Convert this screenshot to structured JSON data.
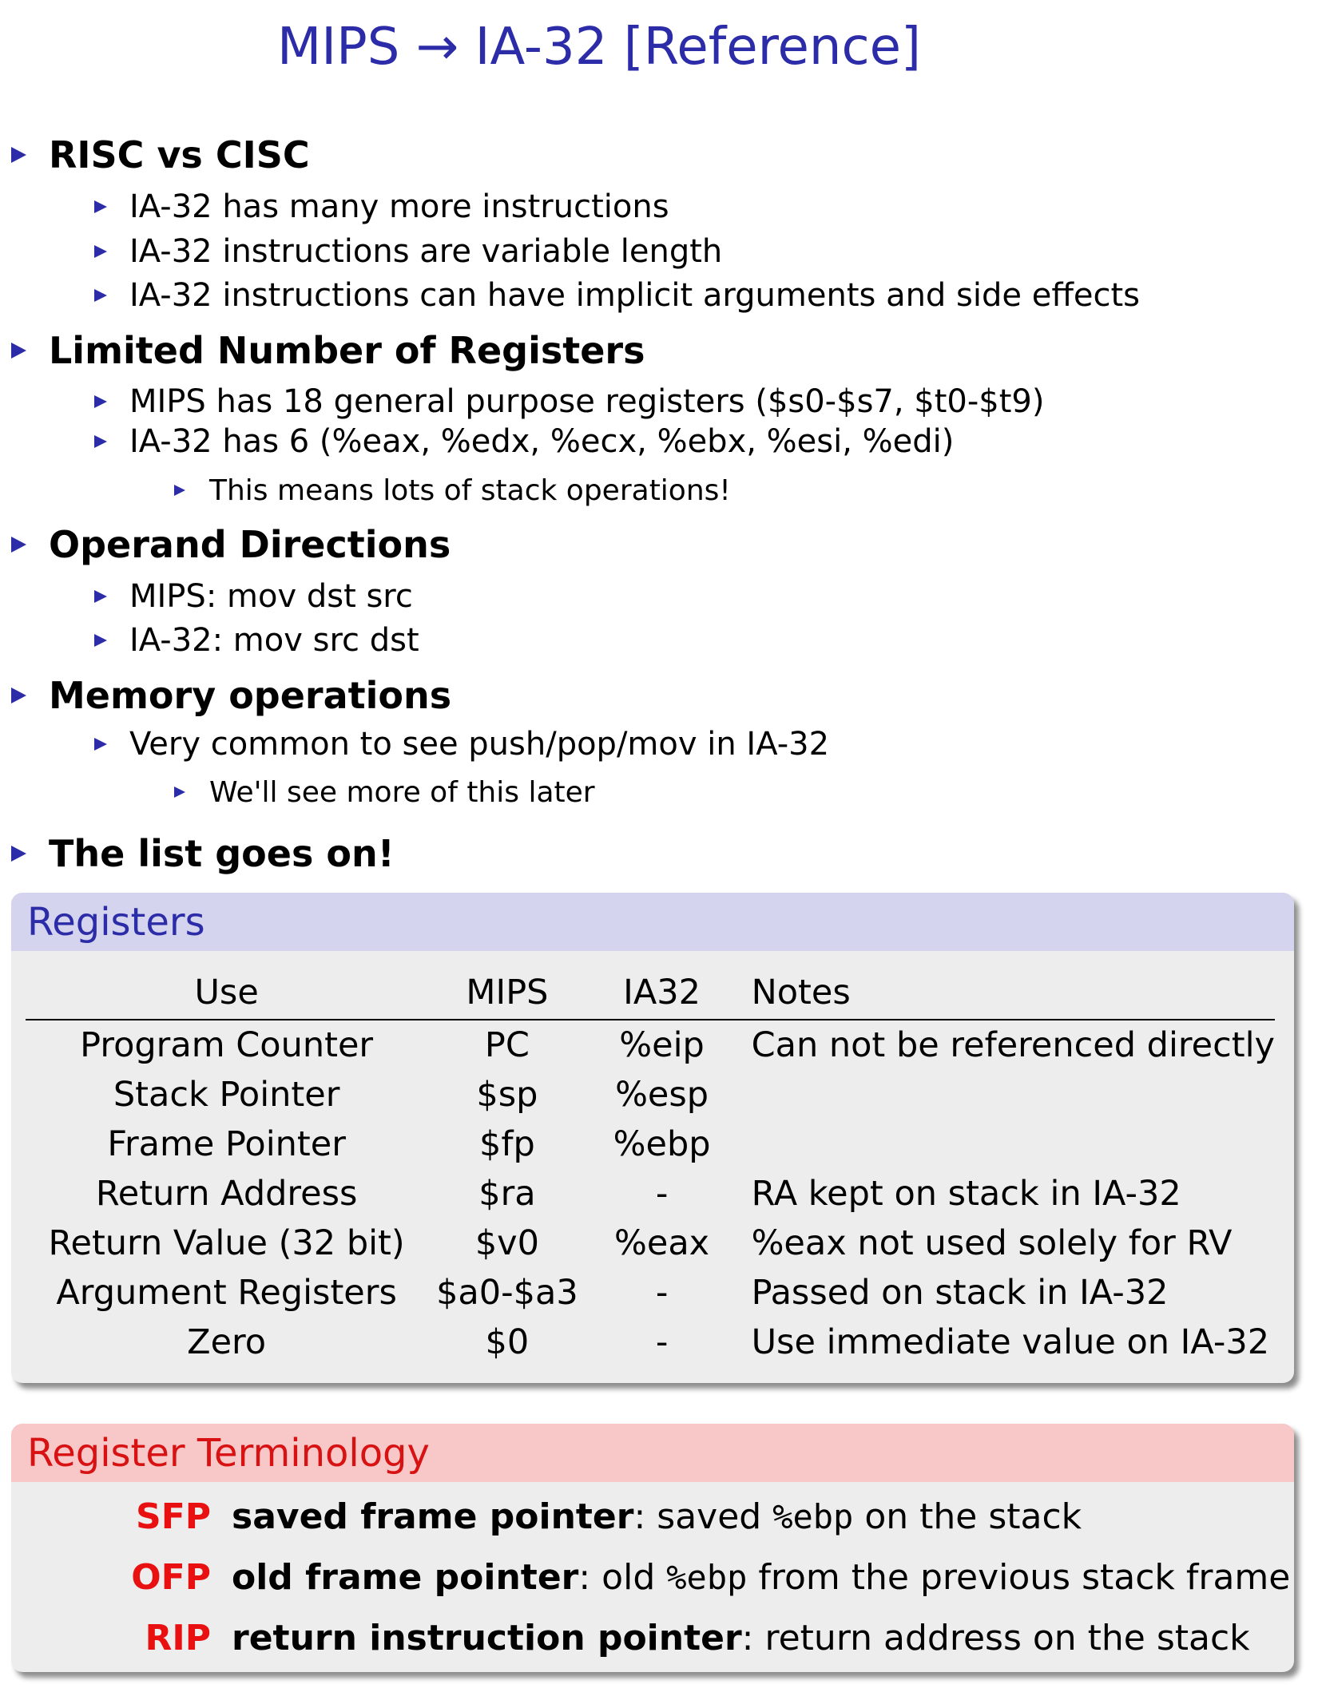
{
  "title": "MIPS → IA-32 [Reference]",
  "sections": [
    {
      "heading": "RISC vs CISC",
      "items": [
        {
          "text": "IA-32 has many more instructions"
        },
        {
          "text": "IA-32 instructions are variable length"
        },
        {
          "text": "IA-32 instructions can have implicit arguments and side effects"
        }
      ]
    },
    {
      "heading": "Limited Number of Registers",
      "items": [
        {
          "text": "MIPS has 18 general purpose registers ($s0-$s7, $t0-$t9)"
        },
        {
          "text": "IA-32 has 6 (%eax, %edx, %ecx, %ebx, %esi, %edi)",
          "sub": "This means lots of stack operations!"
        }
      ]
    },
    {
      "heading": "Operand Directions",
      "items": [
        {
          "text": "MIPS: mov dst src"
        },
        {
          "text": "IA-32: mov src dst"
        }
      ]
    },
    {
      "heading": "Memory operations",
      "items": [
        {
          "text": "Very common to see push/pop/mov in IA-32",
          "sub": "We'll see more of this later"
        }
      ]
    },
    {
      "heading": "The list goes on!",
      "items": []
    }
  ],
  "registers": {
    "title": "Registers",
    "headers": [
      "Use",
      "MIPS",
      "IA32",
      "Notes"
    ],
    "rows": [
      [
        "Program Counter",
        "PC",
        "%eip",
        "Can not be referenced directly"
      ],
      [
        "Stack Pointer",
        "$sp",
        "%esp",
        ""
      ],
      [
        "Frame Pointer",
        "$fp",
        "%ebp",
        ""
      ],
      [
        "Return Address",
        "$ra",
        "-",
        "RA kept on stack in IA-32"
      ],
      [
        "Return Value (32 bit)",
        "$v0",
        "%eax",
        "%eax not used solely for RV"
      ],
      [
        "Argument Registers",
        "$a0-$a3",
        "-",
        "Passed on stack in IA-32"
      ],
      [
        "Zero",
        "$0",
        "-",
        "Use immediate value on IA-32"
      ]
    ]
  },
  "terminology": {
    "title": "Register Terminology",
    "rows": [
      {
        "abbr": "SFP",
        "term": "saved frame pointer",
        "pre": ": saved ",
        "code": "%ebp",
        "post": " on the stack"
      },
      {
        "abbr": "OFP",
        "term": "old frame pointer",
        "pre": ": old ",
        "code": "%ebp",
        "post": " from the previous stack frame"
      },
      {
        "abbr": "RIP",
        "term": "return instruction pointer",
        "pre": ": return address on the stack",
        "code": "",
        "post": ""
      }
    ]
  }
}
